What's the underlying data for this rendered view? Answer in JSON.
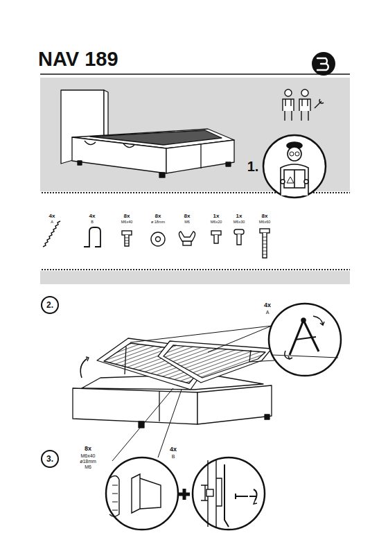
{
  "diagram": {
    "title": "NAV 189",
    "nodes": [
      {
        "text": [
          "2."
        ]
      },
      {
        "text": [
          "3."
        ]
      }
    ],
    "labels": [
      "1.",
      "4x",
      "A",
      "4x",
      "B",
      "8x",
      "M6x40",
      "8x",
      "ø 18mm",
      "8x",
      "M6",
      "1x",
      "M6x20",
      "1x",
      "M6x30",
      "8x",
      "M6x60",
      "4x",
      "A",
      "8x",
      "M6x40",
      "ø18mm",
      "M6",
      "4x",
      "B"
    ]
  }
}
